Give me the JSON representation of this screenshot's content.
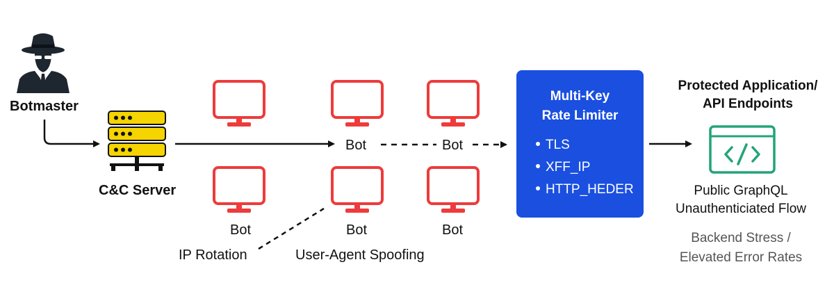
{
  "botmaster": {
    "label": "Botmaster"
  },
  "cnc": {
    "label": "C&C Server"
  },
  "bots": {
    "top_mid_label": "Bot",
    "top_right_label": "Bot",
    "bottom_left_label": "Bot",
    "bottom_mid_label": "Bot",
    "bottom_right_label": "Bot"
  },
  "techniques": {
    "ip_rotation": "IP Rotation",
    "ua_spoofing": "User-Agent Spoofing"
  },
  "limiter": {
    "title_line1": "Multi-Key",
    "title_line2": "Rate Limiter",
    "keys": [
      "TLS",
      "XFF_IP",
      "HTTP_HEDER"
    ]
  },
  "target": {
    "title_line1": "Protected Application/",
    "title_line2": "API Endpoints",
    "desc_line1": "Public GraphQL",
    "desc_line2": "Unauthenticiated Flow",
    "impact_line1": "Backend Stress /",
    "impact_line2": "Elevated Error Rates"
  },
  "colors": {
    "bot_red": "#ee3b3b",
    "server_yellow": "#f5d400",
    "limiter_blue": "#1a4fe0",
    "app_green": "#22a47a",
    "hacker_dark": "#1e2630"
  }
}
